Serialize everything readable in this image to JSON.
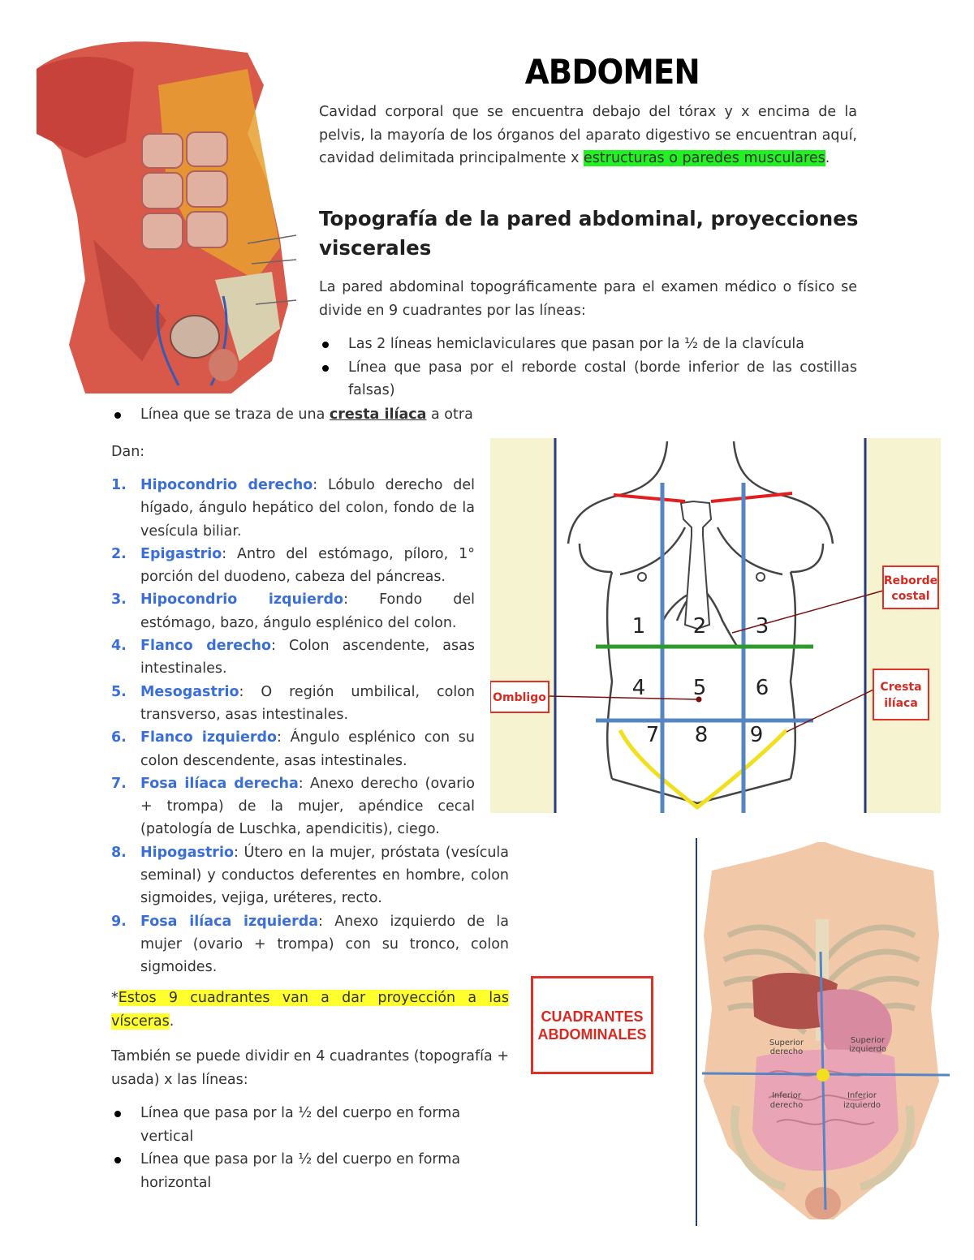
{
  "title": "ABDOMEN",
  "intro": {
    "text": "Cavidad corporal que se encuentra debajo del tórax y x encima de la pelvis, la mayoría de los órganos del aparato digestivo se encuentran aquí, cavidad delimitada principalmente x ",
    "highlight": "estructuras o paredes musculares",
    "end": "."
  },
  "section_title": "Topografía de la pared abdominal, proyecciones viscerales",
  "section_intro": "La pared abdominal topográficamente para el examen médico o físico se divide en 9 cuadrantes por las líneas:",
  "lines": [
    "Las 2 líneas hemiclaviculares que pasan por la ½ de la clavícula",
    "Línea que pasa por el reborde costal (borde inferior de las costillas falsas)"
  ],
  "line3": {
    "pre": "Línea que se traza de una ",
    "underline": "cresta ilíaca",
    "post": " a otra"
  },
  "dan": "Dan:",
  "regions": [
    {
      "n": "1.",
      "name": "Hipocondrio derecho",
      "desc": ": Lóbulo derecho del hígado, ángulo hepático del colon, fondo de la vesícula biliar."
    },
    {
      "n": "2.",
      "name": "Epigastrio",
      "desc": ": Antro del estómago, píloro, 1° porción del duodeno, cabeza del páncreas."
    },
    {
      "n": "3.",
      "name": "Hipocondrio izquierdo",
      "desc": ": Fondo del estómago, bazo, ángulo esplénico del colon."
    },
    {
      "n": "4.",
      "name": "Flanco derecho",
      "desc": ": Colon ascendente, asas intestinales."
    },
    {
      "n": "5.",
      "name": "Mesogastrio",
      "desc": ": O región umbilical, colon transverso, asas intestinales."
    },
    {
      "n": "6.",
      "name": "Flanco izquierdo",
      "desc": ": Ángulo esplénico con su colon descendente, asas intestinales."
    },
    {
      "n": "7.",
      "name": "Fosa ilíaca derecha",
      "desc": ": Anexo derecho (ovario + trompa) de la mujer, apéndice cecal (patología de Luschka, apendicitis), ciego."
    },
    {
      "n": "8.",
      "name": "Hipogastrio",
      "desc": ": Útero en la mujer, próstata (vesícula seminal) y conductos deferentes en hombre, colon sigmoides, vejiga, uréteres, recto."
    },
    {
      "n": "9.",
      "name": "Fosa ilíaca izquierda",
      "desc": ": Anexo izquierdo de la mujer (ovario + trompa) con su tronco, colon sigmoides."
    }
  ],
  "note": {
    "star": "*",
    "text": "Estos 9 cuadrantes van a dar proyección a las vísceras",
    "end": "."
  },
  "four": "También se puede dividir en 4 cuadrantes (topografía + usada) x las líneas:",
  "four_lines": [
    "Línea que pasa por la ½ del cuerpo en forma vertical",
    "Línea que pasa por la ½ del cuerpo en forma horizontal"
  ],
  "diagram": {
    "numbers": [
      "1",
      "2",
      "3",
      "4",
      "5",
      "6",
      "7",
      "8",
      "9"
    ],
    "label_reborde": [
      "Reborde",
      "costal"
    ],
    "label_ombligo": "Ombligo",
    "label_cresta": [
      "Cresta",
      "ilíaca"
    ]
  },
  "cuadrantes_box": [
    "CUADRANTES",
    "ABDOMINALES"
  ],
  "quad_labels": [
    [
      "Superior",
      "derecho"
    ],
    [
      "Superior",
      "izquierdo"
    ],
    [
      "Inferior",
      "derecho"
    ],
    [
      "Inferior",
      "izquierdo"
    ]
  ],
  "colors": {
    "blue_line": "#5585c4",
    "green_line": "#2e9a2e",
    "red_line": "#e41e1e",
    "region_name": "#3b6fd8",
    "highlight_green": "#22f022",
    "highlight_yellow": "#ffff2e"
  }
}
